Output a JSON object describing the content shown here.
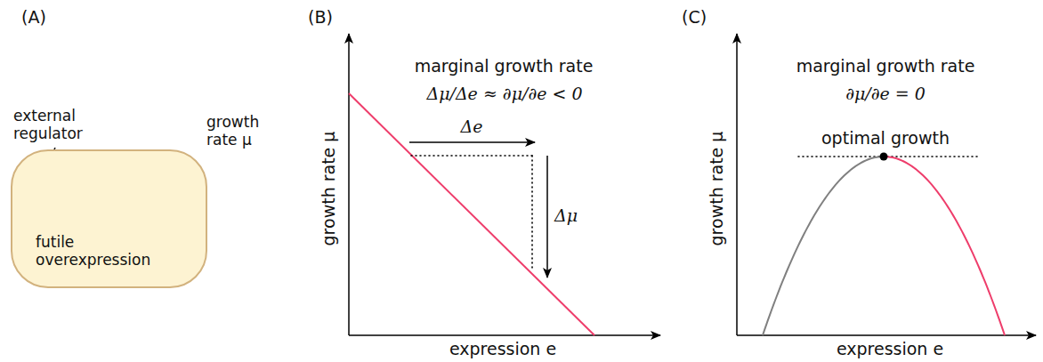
{
  "diagram": {
    "nodes": [
      {
        "text": [
          "futile overexpression"
        ]
      }
    ],
    "labels": [
      "(A)",
      "external regulator",
      "growth rate μ",
      "(B)",
      "marginal growth rate",
      "Δμ/Δe ≈ ∂μ/∂e < 0",
      "Δe",
      "Δμ",
      "growth rate μ",
      "expression e",
      "(C)",
      "marginal growth rate",
      "∂μ/∂e = 0",
      "optimal growth",
      "growth rate μ",
      "expression e"
    ]
  }
}
